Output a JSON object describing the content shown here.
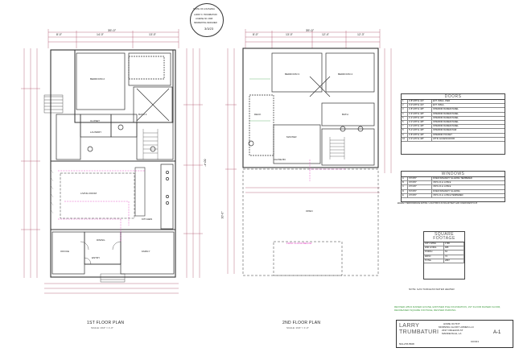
{
  "plans": [
    {
      "title": "1ST FLOOR PLAN",
      "scale": "SCALE: 1/16\" = 1'-0\""
    },
    {
      "title": "2ND FLOOR PLAN",
      "scale": "SCALE: 1/16\" = 1'-0\""
    }
  ],
  "dims": {
    "first_overall": "35'-0\"",
    "first_top": [
      "8'-0\"",
      "14'-0\"",
      "13'-0\""
    ],
    "second_overall": "35'-0\"",
    "second_top": [
      "8'-0\"",
      "13'-0\"",
      "12'-4\"",
      "12'-3\""
    ],
    "first_side": "60'-4\"",
    "second_side": "30'-0\""
  },
  "rooms_first": [
    "LIVING ROOM",
    "KITCHEN",
    "BATH 3",
    "CLOSET",
    "LAUNDRY",
    "DINING",
    "BEDROOM 2",
    "ENTRY",
    "OFFICE",
    "FAMILY"
  ],
  "rooms_second": [
    "BEDROOM 3",
    "BEDROOM 4",
    "MASTER",
    "BATH",
    "DECK",
    "OPEN",
    "CHASE BC",
    "FIRST FLOOR BELOW"
  ],
  "doors": {
    "title": "DOORS",
    "rows": [
      [
        "1",
        "2'-8\"x6'8\"x1 3/4\"",
        "EXT. INSUL. PAIR"
      ],
      [
        "2",
        "3'-0\"x6'8\"x1 3/4\"",
        "EXT. INSUL."
      ],
      [
        "3",
        "2'-8\"x6'8\"x1 3/8\"",
        "INTERIOR RAISED PANEL"
      ],
      [
        "4",
        "2'-6\"x6'8\"x1 3/8\"",
        "INTERIOR RAISED PANEL"
      ],
      [
        "5",
        "2'-4\"x6'8\"x1 3/8\"",
        "INTERIOR RAISED PANEL"
      ],
      [
        "6",
        "2'-0\"x6'8\"x1 3/8\"",
        "INTERIOR RAISED PANEL"
      ],
      [
        "7",
        "4'-0\"x6'8\"x1 3/8\"",
        "INTERIOR RAISED PANEL"
      ],
      [
        "8",
        "5'-0\"x6'8\"x1 3/8\"",
        "INTERIOR RAISED PAIR"
      ],
      [
        "9",
        "2'-8\"x6'8\"x1 3/8\"",
        "INTERIOR POCKET"
      ],
      [
        "10",
        "2'-0\"x2'6\"x1 3/8\"",
        "ATTIC ACCESS DOOR"
      ]
    ]
  },
  "windows": {
    "title": "WINDOWS",
    "rows": [
      [
        "A",
        "3'0\"x5'0\"",
        "FIXED W/SAFETY GLAZING TEMPERED"
      ],
      [
        "B",
        "3'0\"x5'0\"",
        "VINYL D.H. LOW E"
      ],
      [
        "C",
        "2'0\"x3'0\"",
        "VINYL D.H. LOW E"
      ],
      [
        "D",
        "6'0\"x5'0\"",
        "FIXED W/SAFETY GLAZING"
      ],
      [
        "E",
        "2'0\"x5'0\"",
        "VINYL D.H. LOW E TEMPERED"
      ]
    ],
    "note": "ENERGY PERFORMANCE RATING: U-FACTOR=0.32 SOLAR HEAT GAIN COEFFICIENT=0.25"
  },
  "square_footage": {
    "title": "SQUARE FOOTAGE",
    "rows": [
      [
        "1ST LIVING",
        "1796"
      ],
      [
        "2ND LIVING",
        "965"
      ],
      [
        "PORCH",
        "64"
      ],
      [
        "PATIO",
        "72"
      ],
      [
        "TOTAL",
        "2897"
      ]
    ]
  },
  "note_heater": "NOTE: GAS TANKLESS WATER HEATER",
  "revision_note": "REVISED 2/8/21 RAISED HOUSE, EXPOSED PILE FOUNDATION, 1ST FLOOR RAISED FLOOR, DECREASED SQUARE FOOTAGE, REVISED PARKING",
  "title_block": {
    "designer": "LARRY TRUMBATURI",
    "client": "HOME OUTFIT",
    "project": "MORNING GLORY HOMES LLC",
    "address": "2337 ORLEANS ST",
    "city": "MANDEVILLE, LA",
    "contact": "504-278-5508",
    "sheet": "A-1",
    "date": "10/4/21"
  },
  "stamp": {
    "top": "STATE OF LOUISIANA",
    "name": "LARRY F. TRUMBATURI",
    "license": "LICENSE NO. 4908",
    "role": "RESIDENTIAL DESIGNER",
    "date": "3/3/23"
  },
  "colors": {
    "line": "#333333",
    "dim": "#b0004a",
    "accent": "#e040c0",
    "green": "#3aa040",
    "hatch": "#777777"
  }
}
